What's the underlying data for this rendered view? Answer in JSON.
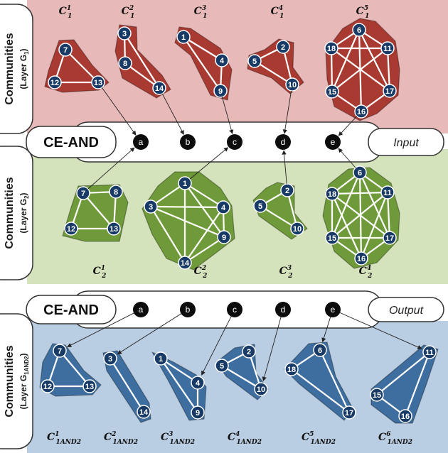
{
  "colors": {
    "layer1_bg": "#e7b9b9",
    "layer2_bg": "#d5e3bd",
    "out_bg": "#b9cde3",
    "blob1": "#a83a32",
    "blob2": "#6e9a39",
    "blob_out": "#3e6e9f",
    "node": "#183a66",
    "letter_node": "#0c0c0c"
  },
  "bands": [
    {
      "id": "top",
      "title": "CE-AND",
      "pill": "Input"
    },
    {
      "id": "bottom",
      "title": "CE-AND",
      "pill": "Output"
    }
  ],
  "side_labels": [
    {
      "id": "layer1",
      "line1": "Communities",
      "line2": "(Layer G",
      "sub": "1",
      "line2_end": ")"
    },
    {
      "id": "layer2",
      "line1": "Communities",
      "line2": "(Layer G",
      "sub": "2",
      "line2_end": ")"
    },
    {
      "id": "out",
      "line1": "Communities",
      "line2": "(Layer G",
      "sub": "1AND2",
      "line2_end": ")"
    }
  ],
  "letters": [
    "a",
    "b",
    "c",
    "d",
    "e"
  ],
  "layer1": [
    {
      "label": "C",
      "sup": "1",
      "sub": "1",
      "nodes": [
        "7",
        "12",
        "13"
      ],
      "edges": [
        [
          "7",
          "12"
        ],
        [
          "7",
          "13"
        ],
        [
          "12",
          "13"
        ]
      ],
      "letter": "a",
      "link_from": "13"
    },
    {
      "label": "C",
      "sup": "2",
      "sub": "1",
      "nodes": [
        "3",
        "8",
        "14"
      ],
      "edges": [
        [
          "3",
          "8"
        ],
        [
          "3",
          "14"
        ],
        [
          "8",
          "14"
        ]
      ],
      "letter": "b",
      "link_from": "14"
    },
    {
      "label": "C",
      "sup": "3",
      "sub": "1",
      "nodes": [
        "1",
        "4",
        "9"
      ],
      "edges": [
        [
          "1",
          "4"
        ],
        [
          "1",
          "9"
        ],
        [
          "4",
          "9"
        ]
      ],
      "letter": "c",
      "link_from": "9"
    },
    {
      "label": "C",
      "sup": "4",
      "sub": "1",
      "nodes": [
        "2",
        "5",
        "10"
      ],
      "edges": [
        [
          "2",
          "5"
        ],
        [
          "2",
          "10"
        ],
        [
          "5",
          "10"
        ]
      ],
      "letter": "d",
      "link_from": "10"
    },
    {
      "label": "C",
      "sup": "5",
      "sub": "1",
      "nodes": [
        "6",
        "11",
        "17",
        "16",
        "15",
        "18"
      ],
      "edges": [
        [
          "6",
          "11"
        ],
        [
          "6",
          "17"
        ],
        [
          "6",
          "16"
        ],
        [
          "6",
          "15"
        ],
        [
          "6",
          "18"
        ],
        [
          "11",
          "17"
        ],
        [
          "11",
          "15"
        ],
        [
          "11",
          "18"
        ],
        [
          "17",
          "16"
        ],
        [
          "17",
          "18"
        ],
        [
          "16",
          "15"
        ],
        [
          "15",
          "18"
        ]
      ],
      "letter": "e",
      "link_from": "16"
    }
  ],
  "layer2": [
    {
      "label": "C",
      "sup": "1",
      "sub": "2",
      "nodes": [
        "7",
        "8",
        "12",
        "13"
      ],
      "edges": [
        [
          "7",
          "8"
        ],
        [
          "7",
          "12"
        ],
        [
          "7",
          "13"
        ],
        [
          "8",
          "13"
        ],
        [
          "12",
          "13"
        ]
      ],
      "letter": "a",
      "link_from": "7"
    },
    {
      "label": "C",
      "sup": "2",
      "sub": "2",
      "nodes": [
        "1",
        "3",
        "4",
        "9",
        "14"
      ],
      "edges": [
        [
          "1",
          "3"
        ],
        [
          "1",
          "4"
        ],
        [
          "1",
          "9"
        ],
        [
          "1",
          "14"
        ],
        [
          "3",
          "4"
        ],
        [
          "3",
          "9"
        ],
        [
          "3",
          "14"
        ],
        [
          "4",
          "9"
        ],
        [
          "4",
          "14"
        ],
        [
          "9",
          "14"
        ]
      ],
      "letter": "c",
      "link_from": "1"
    },
    {
      "label": "C",
      "sup": "3",
      "sub": "2",
      "nodes": [
        "2",
        "5",
        "10"
      ],
      "edges": [
        [
          "2",
          "5"
        ],
        [
          "2",
          "10"
        ],
        [
          "5",
          "10"
        ]
      ],
      "letter": "d",
      "link_from": "2"
    },
    {
      "label": "C",
      "sup": "4",
      "sub": "2",
      "nodes": [
        "6",
        "11",
        "17",
        "16",
        "15",
        "18"
      ],
      "edges": [
        [
          "6",
          "11"
        ],
        [
          "6",
          "17"
        ],
        [
          "6",
          "16"
        ],
        [
          "6",
          "15"
        ],
        [
          "6",
          "18"
        ],
        [
          "11",
          "17"
        ],
        [
          "11",
          "16"
        ],
        [
          "11",
          "15"
        ],
        [
          "11",
          "18"
        ],
        [
          "17",
          "16"
        ],
        [
          "17",
          "15"
        ],
        [
          "17",
          "18"
        ],
        [
          "16",
          "15"
        ],
        [
          "16",
          "18"
        ],
        [
          "15",
          "18"
        ]
      ],
      "letter": "e",
      "link_from": "6"
    }
  ],
  "output": [
    {
      "label": "C",
      "sup": "1",
      "sub": "1AND2",
      "nodes": [
        "7",
        "12",
        "13"
      ],
      "edges": [
        [
          "7",
          "12"
        ],
        [
          "7",
          "13"
        ],
        [
          "12",
          "13"
        ]
      ],
      "letter": "a",
      "link_to": "7"
    },
    {
      "label": "C",
      "sup": "2",
      "sub": "1AND2",
      "nodes": [
        "3",
        "14"
      ],
      "edges": [
        [
          "3",
          "14"
        ]
      ],
      "letter": "b",
      "link_to": "3"
    },
    {
      "label": "C",
      "sup": "3",
      "sub": "1AND2",
      "nodes": [
        "1",
        "4",
        "9"
      ],
      "edges": [
        [
          "1",
          "4"
        ],
        [
          "1",
          "9"
        ],
        [
          "4",
          "9"
        ]
      ],
      "letter": "c",
      "link_to": "4"
    },
    {
      "label": "C",
      "sup": "4",
      "sub": "1AND2",
      "nodes": [
        "2",
        "5",
        "10"
      ],
      "edges": [
        [
          "2",
          "5"
        ],
        [
          "2",
          "10"
        ],
        [
          "5",
          "10"
        ]
      ],
      "letter": "d",
      "link_to": "10"
    },
    {
      "label": "C",
      "sup": "5",
      "sub": "1AND2",
      "nodes": [
        "6",
        "18",
        "17"
      ],
      "edges": [
        [
          "6",
          "18"
        ],
        [
          "6",
          "17"
        ],
        [
          "18",
          "17"
        ]
      ],
      "letter": "e",
      "link_to": "6"
    },
    {
      "label": "C",
      "sup": "6",
      "sub": "1AND2",
      "nodes": [
        "11",
        "15",
        "16"
      ],
      "edges": [
        [
          "11",
          "15"
        ],
        [
          "11",
          "16"
        ],
        [
          "15",
          "16"
        ]
      ],
      "letter": "e",
      "link_to": "11"
    }
  ]
}
